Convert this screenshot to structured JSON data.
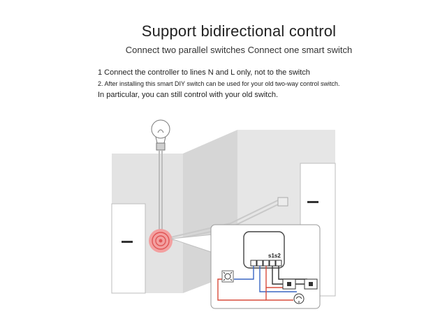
{
  "header": {
    "title": "Support bidirectional control",
    "subtitle": "Connect two parallel switches Connect one smart switch"
  },
  "notes": [
    "1 Connect the controller to lines N and L only, not to the switch",
    "2. After installing this smart DIY switch can be used for your old two-way control switch.",
    "In particular, you can still control with your old switch."
  ],
  "diagram": {
    "module_label": "s1s2",
    "colors": {
      "wall": "#e3e3e3",
      "wall_side": "#d2d2d2",
      "highlight": "#f07f7f",
      "wire_blue": "#3a66c4",
      "wire_red": "#d94b3b",
      "wire_dark": "#333333"
    },
    "icons": [
      "light-bulb-icon",
      "lamp-icon",
      "wall-switch-icon",
      "ceiling-lamp-icon"
    ]
  }
}
